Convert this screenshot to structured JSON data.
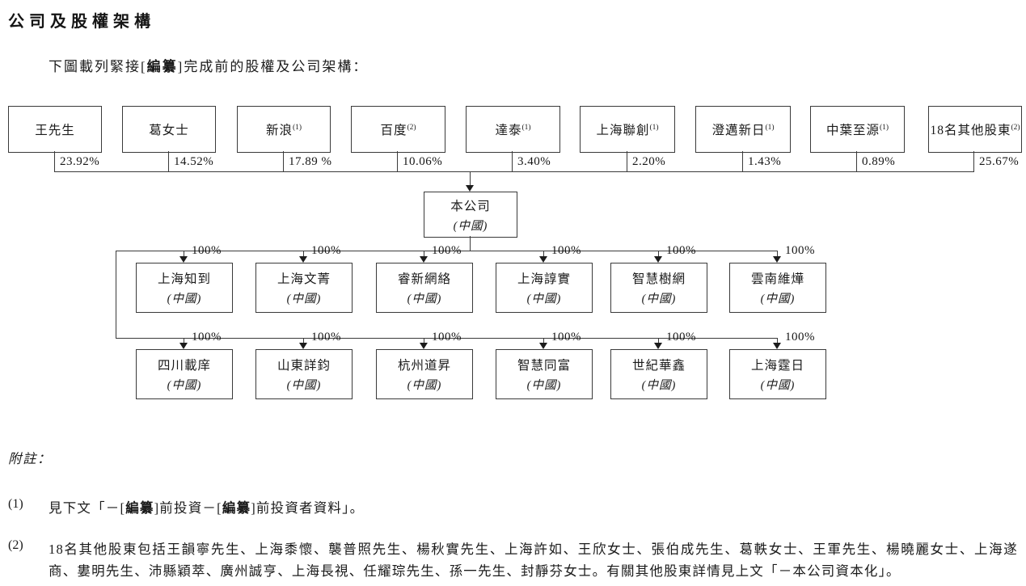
{
  "page": {
    "title": "公司及股權架構",
    "subtitle_segments": [
      {
        "t": "下圖載列緊接[",
        "b": false
      },
      {
        "t": "編纂",
        "b": true
      },
      {
        "t": "]完成前的股權及公司架構：",
        "b": false
      }
    ]
  },
  "diagram": {
    "shareholders": [
      {
        "name": "王先生",
        "sup": "",
        "pct": "23.92%"
      },
      {
        "name": "葛女士",
        "sup": "",
        "pct": "14.52%"
      },
      {
        "name": "新浪",
        "sup": "(1)",
        "pct": "17.89 %"
      },
      {
        "name": "百度",
        "sup": "(2)",
        "pct": "10.06%"
      },
      {
        "name": "達泰",
        "sup": "(1)",
        "pct": "3.40%"
      },
      {
        "name": "上海聯創",
        "sup": "(1)",
        "pct": "2.20%"
      },
      {
        "name": "澄邁新日",
        "sup": "(1)",
        "pct": "1.43%"
      },
      {
        "name": "中葉至源",
        "sup": "(1)",
        "pct": "0.89%"
      },
      {
        "name": "18名其他股東",
        "sup": "(2)",
        "pct": "25.67%"
      }
    ],
    "company": {
      "name": "本公司",
      "country": "(中國)"
    },
    "subsidiaries_row1": [
      {
        "name": "上海知到",
        "country": "(中國)",
        "pct": "100%"
      },
      {
        "name": "上海文菁",
        "country": "(中國)",
        "pct": "100%"
      },
      {
        "name": "睿新網絡",
        "country": "(中國)",
        "pct": "100%"
      },
      {
        "name": "上海諄實",
        "country": "(中國)",
        "pct": "100%"
      },
      {
        "name": "智慧樹網",
        "country": "(中國)",
        "pct": "100%"
      },
      {
        "name": "雲南維燁",
        "country": "(中國)",
        "pct": "100%"
      }
    ],
    "subsidiaries_row2": [
      {
        "name": "四川載庠",
        "country": "(中國)",
        "pct": "100%"
      },
      {
        "name": "山東詳鈞",
        "country": "(中國)",
        "pct": "100%"
      },
      {
        "name": "杭州道昇",
        "country": "(中國)",
        "pct": "100%"
      },
      {
        "name": "智慧同富",
        "country": "(中國)",
        "pct": "100%"
      },
      {
        "name": "世紀華鑫",
        "country": "(中國)",
        "pct": "100%"
      },
      {
        "name": "上海霆日",
        "country": "(中國)",
        "pct": "100%"
      }
    ]
  },
  "notes": {
    "heading": "附註：",
    "items": [
      {
        "num": "(1)",
        "segments": [
          {
            "t": "見下文「－[",
            "b": false
          },
          {
            "t": "編纂",
            "b": true
          },
          {
            "t": "]前投資－[",
            "b": false
          },
          {
            "t": "編纂",
            "b": true
          },
          {
            "t": "]前投資者資料」。",
            "b": false
          }
        ]
      },
      {
        "num": "(2)",
        "segments": [
          {
            "t": "18名其他股東包括王韻寧先生、上海黍懷、襲普照先生、楊秋實先生、上海許如、王欣女士、張伯成先生、葛軼女士、王軍先生、楊曉麗女士、上海遂商、婁明先生、沛縣穎萃、廣州誠亨、上海長視、任耀琮先生、孫一先生、封靜芬女士。有關其他股東詳情見上文「－本公司資本化」。",
            "b": false
          }
        ]
      }
    ]
  }
}
